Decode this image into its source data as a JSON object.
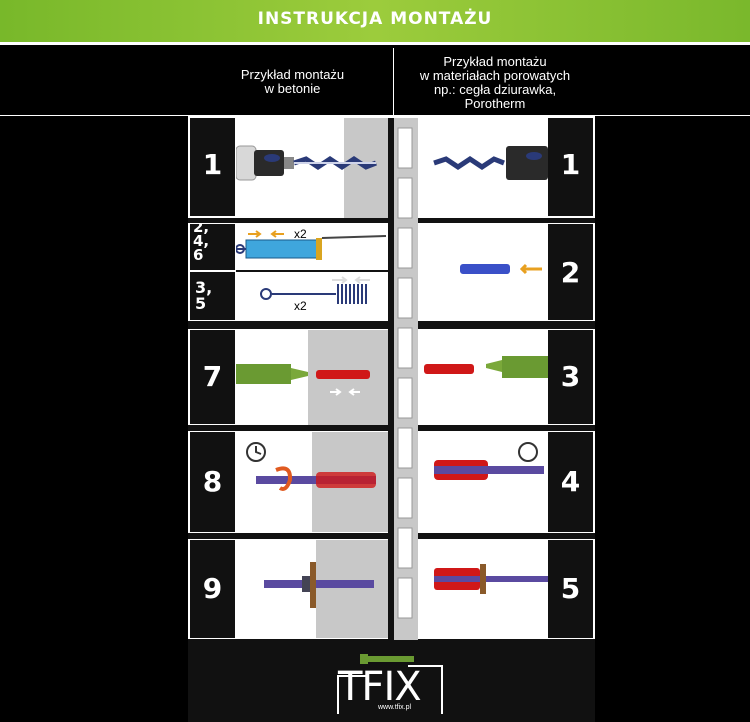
{
  "banner": {
    "title": "INSTRUKCJA MONTAŻU"
  },
  "columns": {
    "left_header": "Przykład montażu\nw betonie",
    "right_header": "Przykład montażu\nw materiałach porowatych\nnp.: cegła dziurawka,\nPorotherm"
  },
  "steps_left": [
    "1",
    "2,\n4,\n6",
    "3,\n5",
    "7",
    "8",
    "9"
  ],
  "steps_right": [
    "1",
    "2",
    "3",
    "4",
    "5"
  ],
  "labels": {
    "pump_times": "x2",
    "brush_times": "x2"
  },
  "logo": {
    "text": "TFIX",
    "url": "www.tfix.pl"
  },
  "colors": {
    "banner": "#8cc43a",
    "drill": "#2a3a78",
    "resin": "#d01818",
    "rod": "#5a4aa0",
    "cartridge": "#6a9a32",
    "wall": "#c8c8c8"
  },
  "icons": [
    "clock-icon",
    "arrow-icon",
    "drill-icon",
    "pump-icon",
    "brush-icon",
    "cartridge-icon",
    "nut-icon"
  ]
}
